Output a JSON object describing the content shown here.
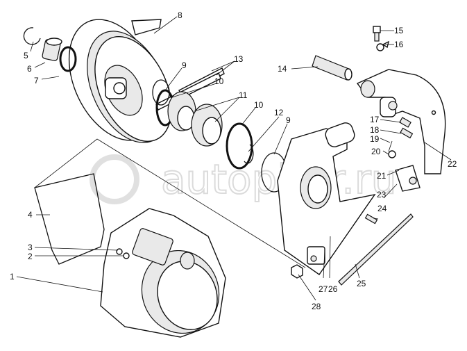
{
  "watermark": "autopiter.ru",
  "labels": {
    "l1": "1",
    "l2": "2",
    "l3": "3",
    "l4": "4",
    "l5": "5",
    "l6": "6",
    "l7": "7",
    "l8": "8",
    "l9a": "9",
    "l9b": "9",
    "l10a": "10",
    "l10b": "10",
    "l11": "11",
    "l12": "12",
    "l13": "13",
    "l14": "14",
    "l15": "15",
    "l16": "16",
    "l17": "17",
    "l18": "18",
    "l19": "19",
    "l20": "20",
    "l21": "21",
    "l22": "22",
    "l23": "23",
    "l24": "24",
    "l25": "25",
    "l26": "26",
    "l27": "27",
    "l28": "28"
  }
}
